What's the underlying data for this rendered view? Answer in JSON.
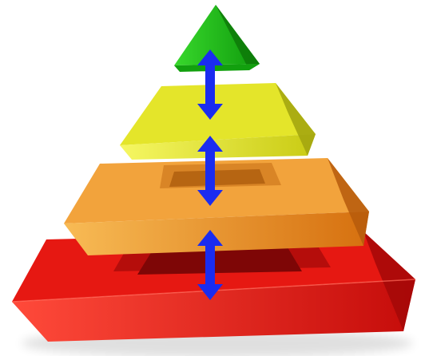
{
  "diagram": {
    "levels": [
      {
        "id": "tier-top",
        "color_light": "#35d12a",
        "color_mid": "#19b512",
        "color_dark": "#0d7d0a"
      },
      {
        "id": "tier-2",
        "color_light": "#f4f54e",
        "color_mid": "#d9da1c",
        "color_dark": "#9ea012"
      },
      {
        "id": "tier-3",
        "color_light": "#f7b14a",
        "color_mid": "#ec8f1a",
        "color_dark": "#c35f0e"
      },
      {
        "id": "tier-bottom",
        "color_light": "#ff3a2c",
        "color_mid": "#ea1410",
        "color_dark": "#a50808"
      }
    ],
    "connectors": [
      {
        "between": [
          "tier-top",
          "tier-2"
        ],
        "style": "double-arrow",
        "color": "#1a2cf0"
      },
      {
        "between": [
          "tier-2",
          "tier-3"
        ],
        "style": "double-arrow",
        "color": "#1a2cf0"
      },
      {
        "between": [
          "tier-3",
          "tier-bottom"
        ],
        "style": "double-arrow",
        "color": "#1a2cf0"
      }
    ]
  }
}
